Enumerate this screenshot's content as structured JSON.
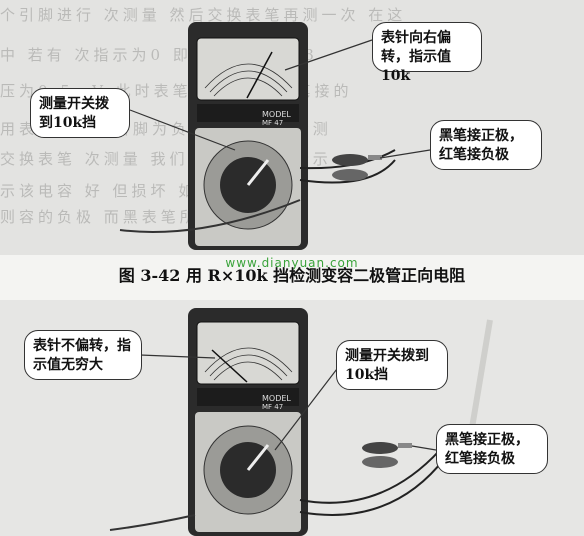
{
  "figure_caption": "图 3-42   用 R×10k 挡检测变容二极管正向电阻",
  "watermark": "www.dianyuan.com",
  "top_photo": {
    "callout_needle": "表针向右偏转，指示值10k",
    "callout_switch": "测量开关拨到10k挡",
    "callout_probes": "黑笔接正极，红笔接负极",
    "meter_brand": "MODEL",
    "meter_model": "MF 47"
  },
  "bottom_photo": {
    "callout_needle": "表针不偏转，指示值无穷大",
    "callout_switch": "测量开关拨到10k挡",
    "callout_probes": "黑笔接正极，红笔接负极",
    "meter_brand": "MODEL",
    "meter_model": "MF 47"
  },
  "colors": {
    "meter_body": "#2b2b2b",
    "dial_face": "#d8d8d4",
    "panel": "#c9c9c5",
    "watermark": "#3aa33a"
  }
}
